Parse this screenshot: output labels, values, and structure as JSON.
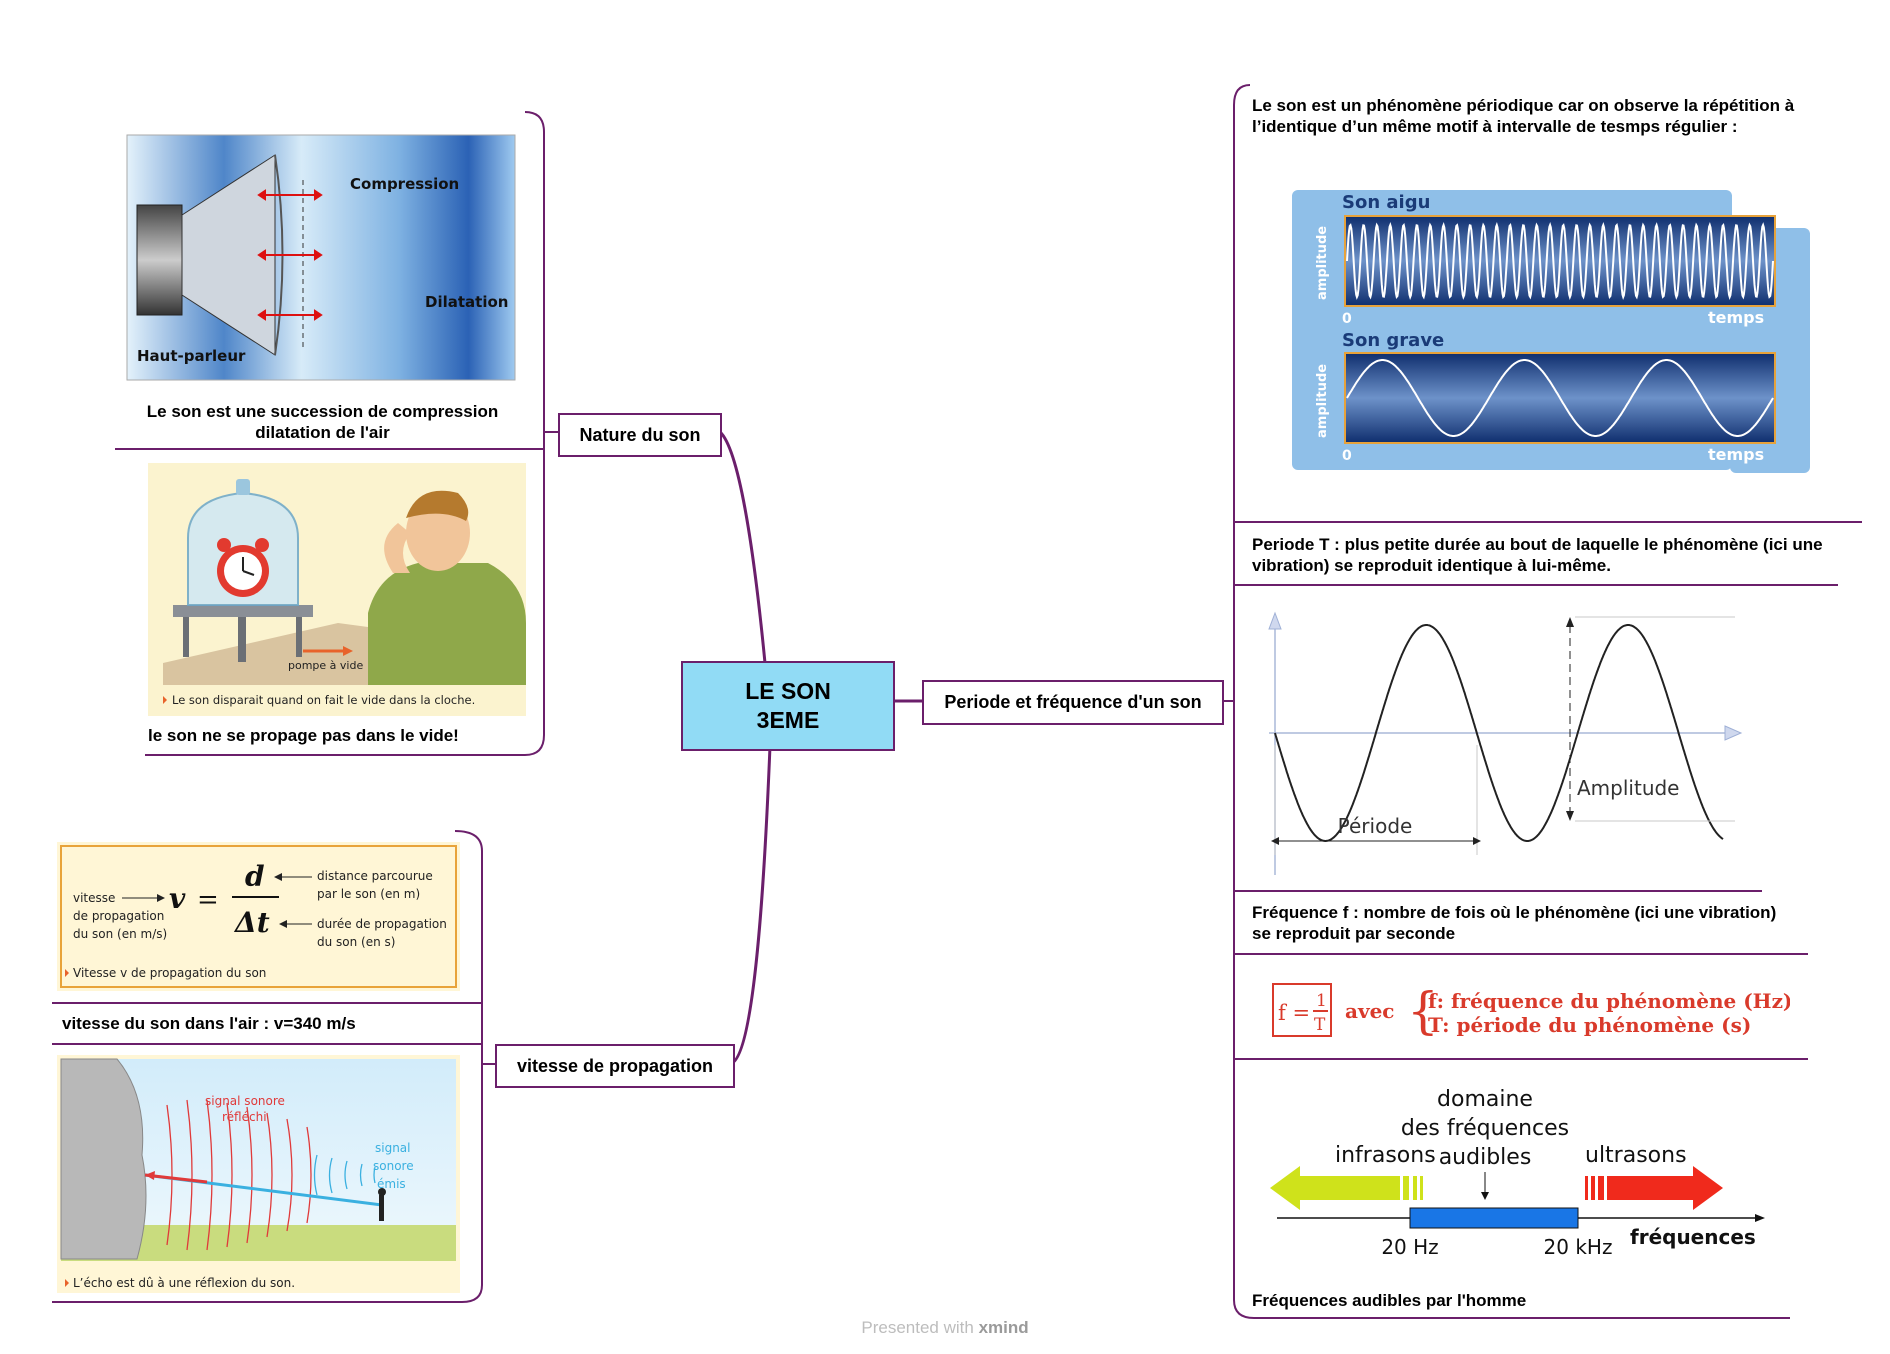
{
  "central": {
    "line1": "LE SON",
    "line2": "3EME"
  },
  "topics": {
    "nature": "Nature du son",
    "vitesse": "vitesse de propagation",
    "periode": "Periode et fréquence d'un son"
  },
  "notes": {
    "compression_text": "Le son est une succession de compression dilatation de l'air",
    "vide_text": "le son ne se propage pas dans le vide!",
    "vitesse_air": "vitesse du son dans l'air : v=340 m/s",
    "periodique": "Le son est un phénomène périodique car on observe la répétition à l’identique d’un même motif à intervalle de tesmps régulier :",
    "periode_def": "Periode T : plus petite durée au bout de laquelle le phénomène (ici une vibration) se reproduit identique à lui-même.",
    "frequence_def": "Fréquence f : nombre de fois où le phénomène (ici une vibration) se reproduit par seconde",
    "audibles": "Fréquences audibles par l'homme"
  },
  "images": {
    "speaker": {
      "compression": "Compression",
      "dilatation": "Dilatation",
      "hp": "Haut-parleur"
    },
    "bell": {
      "pompe": "pompe à vide",
      "caption": "Le son disparait quand on fait le vide dans la cloche."
    },
    "formula": {
      "v": "v",
      "eq": "=",
      "d": "d",
      "dt": "Δt",
      "vitesse": "vitesse",
      "de_prop": "de propagation",
      "du_son_ms": "du son (en m/s)",
      "dist1": "distance parcourue",
      "dist2": "par le son (en m)",
      "duree1": "durée de propagation",
      "duree2": "du son (en s)",
      "caption": "Vitesse v de propagation du son"
    },
    "echo": {
      "reflechi1": "signal sonore",
      "reflechi2": "réfléchi",
      "emis1": "signal",
      "emis2": "sonore",
      "emis3": "émis",
      "caption": "L’écho est dû à une réflexion du son."
    },
    "waves": {
      "aigu": "Son aigu",
      "grave": "Son grave",
      "amp": "amplitude",
      "zero": "0",
      "temps": "temps"
    },
    "sine": {
      "periode": "Période",
      "amplitude": "Amplitude"
    },
    "freq_formula": {
      "f": "f =",
      "num": "1",
      "den": "T",
      "avec": "avec",
      "l1": "f: fréquence du phénomène (Hz)",
      "l2": "T: période du phénomène (s)"
    },
    "spectrum": {
      "domaine1": "domaine",
      "domaine2": "des fréquences",
      "domaine3": "audibles",
      "infrasons": "infrasons",
      "ultrasons": "ultrasons",
      "f20": "20 Hz",
      "f20k": "20 kHz",
      "frequences": "fréquences"
    }
  },
  "footer": {
    "text": "Presented with ",
    "brand": "xmind"
  },
  "colors": {
    "branch": "#6b1f6b",
    "central_fill": "#91dbf5"
  }
}
